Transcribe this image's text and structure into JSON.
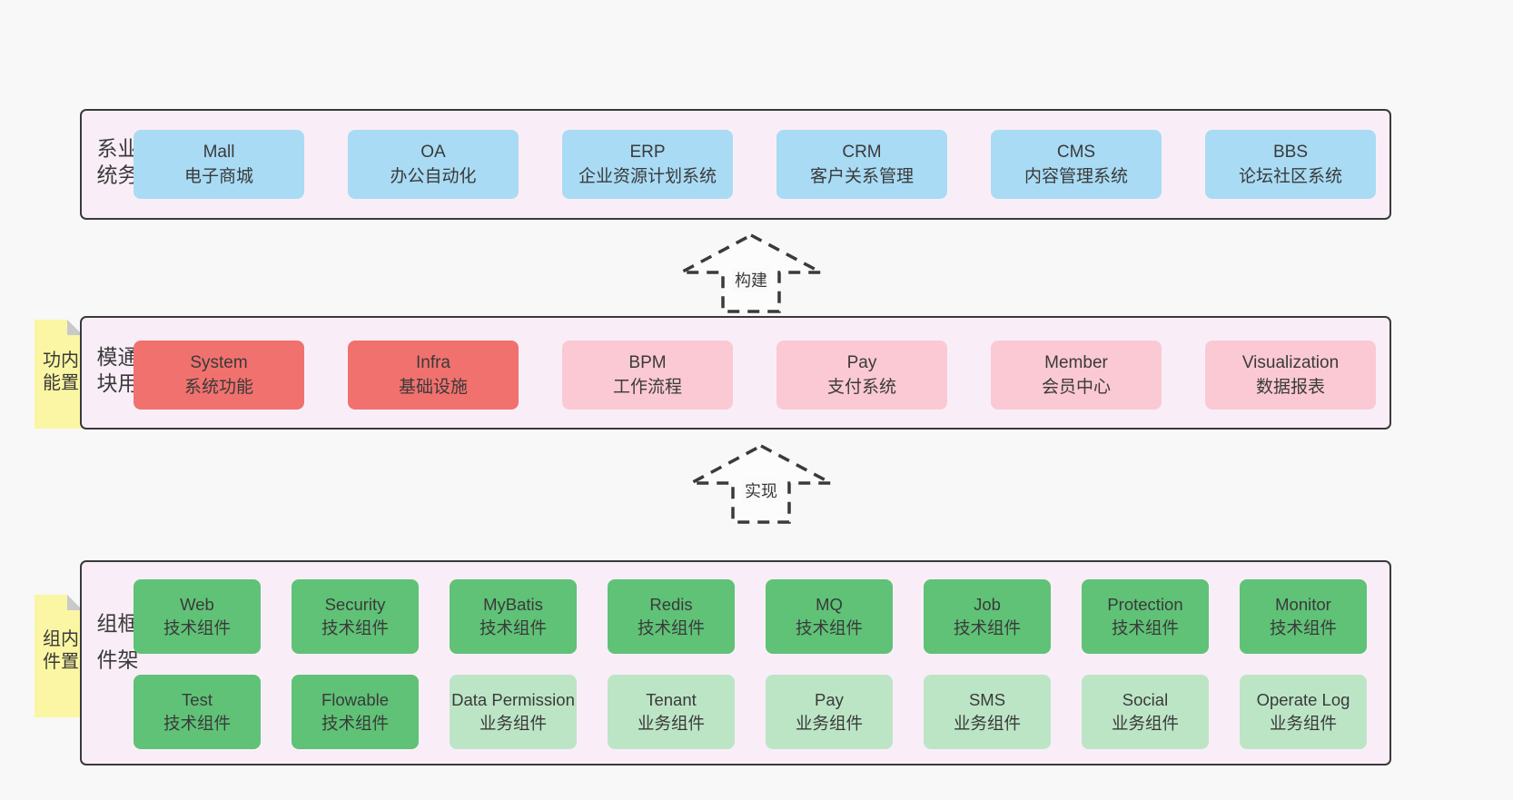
{
  "palette": {
    "page_bg": "#f8f8f8",
    "panel_bg": "#f9eef7",
    "panel_border": "#3a3a3a",
    "blue_box": "#a9dbf4",
    "red_box": "#f1716e",
    "pink_box": "#fbc9d3",
    "green_dark_box": "#5fc276",
    "green_light_box": "#bce5c6",
    "note_bg": "#faf6a3",
    "note_fold": "#c9c9c9",
    "text": "#3a3a3a"
  },
  "arrows": [
    {
      "label": "构建"
    },
    {
      "label": "实现"
    }
  ],
  "layers": [
    {
      "label": "业务系统",
      "rows": [
        {
          "boxes": [
            {
              "title": "Mall",
              "subtitle": "电子商城"
            },
            {
              "title": "OA",
              "subtitle": "办公自动化"
            },
            {
              "title": "ERP",
              "subtitle": "企业资源计划系统"
            },
            {
              "title": "CRM",
              "subtitle": "客户关系管理"
            },
            {
              "title": "CMS",
              "subtitle": "内容管理系统"
            },
            {
              "title": "BBS",
              "subtitle": "论坛社区系统"
            }
          ]
        }
      ]
    },
    {
      "label": "通用模块",
      "note": "内置功能",
      "rows": [
        {
          "boxes": [
            {
              "title": "System",
              "subtitle": "系统功能"
            },
            {
              "title": "Infra",
              "subtitle": "基础设施"
            },
            {
              "title": "BPM",
              "subtitle": "工作流程"
            },
            {
              "title": "Pay",
              "subtitle": "支付系统"
            },
            {
              "title": "Member",
              "subtitle": "会员中心"
            },
            {
              "title": "Visualization",
              "subtitle": "数据报表"
            }
          ]
        }
      ]
    },
    {
      "label": "框架组件",
      "note": "内置组件",
      "rows": [
        {
          "boxes": [
            {
              "title": "Web",
              "subtitle": "技术组件"
            },
            {
              "title": "Security",
              "subtitle": "技术组件"
            },
            {
              "title": "MyBatis",
              "subtitle": "技术组件"
            },
            {
              "title": "Redis",
              "subtitle": "技术组件"
            },
            {
              "title": "MQ",
              "subtitle": "技术组件"
            },
            {
              "title": "Job",
              "subtitle": "技术组件"
            },
            {
              "title": "Protection",
              "subtitle": "技术组件"
            },
            {
              "title": "Monitor",
              "subtitle": "技术组件"
            }
          ]
        },
        {
          "boxes": [
            {
              "title": "Test",
              "subtitle": "技术组件"
            },
            {
              "title": "Flowable",
              "subtitle": "技术组件"
            },
            {
              "title": "Data Permission",
              "subtitle": "业务组件"
            },
            {
              "title": "Tenant",
              "subtitle": "业务组件"
            },
            {
              "title": "Pay",
              "subtitle": "业务组件"
            },
            {
              "title": "SMS",
              "subtitle": "业务组件"
            },
            {
              "title": "Social",
              "subtitle": "业务组件"
            },
            {
              "title": "Operate Log",
              "subtitle": "业务组件"
            }
          ]
        }
      ]
    }
  ]
}
